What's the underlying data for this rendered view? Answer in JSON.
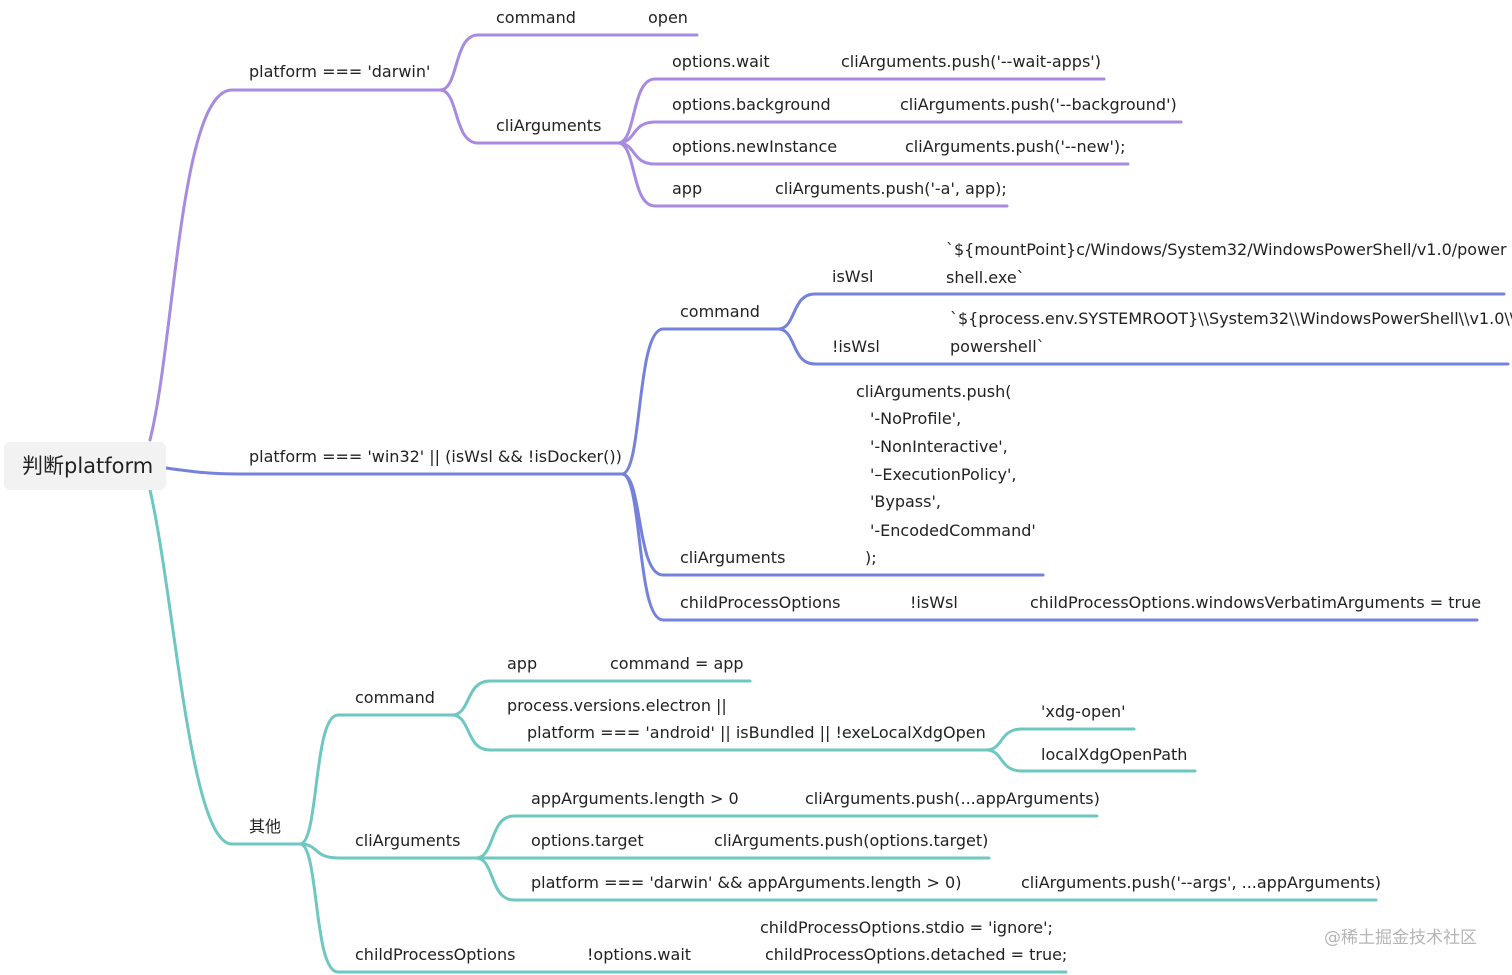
{
  "colors": {
    "darwin": "#a88be0",
    "win32": "#7582dc",
    "other": "#6ec7c1",
    "root_bg": "#f2f2f2"
  },
  "root": {
    "label": "判断platform"
  },
  "darwin": {
    "label": "platform === 'darwin'",
    "command": {
      "label": "command",
      "value": "open"
    },
    "cliArguments": {
      "label": "cliArguments",
      "items": [
        {
          "cond": "options.wait",
          "action": "cliArguments.push('--wait-apps')"
        },
        {
          "cond": "options.background",
          "action": "cliArguments.push('--background')"
        },
        {
          "cond": "options.newInstance",
          "action": "cliArguments.push('--new');"
        },
        {
          "cond": "app",
          "action": "cliArguments.push('-a', app);"
        }
      ]
    }
  },
  "win32": {
    "label": "platform === 'win32' || (isWsl && !isDocker())",
    "command": {
      "label": "command",
      "isWsl": {
        "label": "isWsl",
        "value": [
          "`${mountPoint}c/Windows/System32/WindowsPowerShell/v1.0/power",
          "shell.exe`"
        ]
      },
      "notWsl": {
        "label": "!isWsl",
        "value": [
          "`${process.env.SYSTEMROOT}\\\\System32\\\\WindowsPowerShell\\\\v1.0\\\\",
          "powershell`"
        ]
      }
    },
    "cliArguments": {
      "label": "cliArguments",
      "code": [
        "cliArguments.push(",
        "'-NoProfile',",
        "'-NonInteractive',",
        "'–ExecutionPolicy',",
        "'Bypass',",
        "'-EncodedCommand'",
        ");"
      ]
    },
    "childProcessOptions": {
      "label": "childProcessOptions",
      "cond": "!isWsl",
      "value": "childProcessOptions.windowsVerbatimArguments = true"
    }
  },
  "other": {
    "label": "其他",
    "command": {
      "label": "command",
      "app": {
        "label": "app",
        "value": "command = app"
      },
      "electron": {
        "label": [
          "process.versions.electron ||",
          "platform === 'android' || isBundled || !exeLocalXdgOpen"
        ],
        "options": [
          "'xdg-open'",
          "localXdgOpenPath"
        ]
      }
    },
    "cliArguments": {
      "label": "cliArguments",
      "items": [
        {
          "cond": "appArguments.length > 0",
          "action": "cliArguments.push(...appArguments)"
        },
        {
          "cond": "options.target",
          "action": "cliArguments.push(options.target)"
        },
        {
          "cond": "platform === 'darwin' && appArguments.length > 0)",
          "action": "cliArguments.push('--args', ...appArguments)"
        }
      ]
    },
    "childProcessOptions": {
      "label": "childProcessOptions",
      "cond": "!options.wait",
      "value": [
        "childProcessOptions.stdio = 'ignore';",
        "childProcessOptions.detached = true;"
      ]
    }
  },
  "watermark": "@稀土掘金技术社区"
}
